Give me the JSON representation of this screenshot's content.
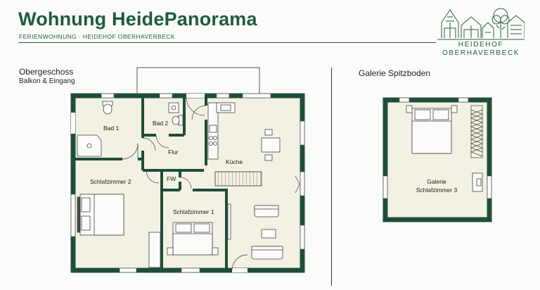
{
  "header": {
    "title": "Wohnung HeidePanorama",
    "subtitle": "FERIENWOHNUNG · HEIDEHOF OBERHAVERBECK"
  },
  "logo": {
    "line1": "HEIDEHOF",
    "line2": "OBERHAVERBECK"
  },
  "floors": {
    "upper": {
      "title": "Obergeschoss",
      "subtitle": "Balkon & Eingang"
    },
    "attic": {
      "title": "Galerie Spitzboden"
    }
  },
  "rooms": {
    "bad1": "Bad 1",
    "bad2": "Bad 2",
    "flur": "Flur",
    "kueche": "Küche",
    "fw": "FW",
    "schlaf2": "Schlafzimmer 2",
    "schlaf1": "Schlafzimmer 1",
    "galerie_line1": "Galerie",
    "galerie_line2": "Schlafzimmer 3"
  },
  "colors": {
    "wall": "#1f4d38",
    "floor": "#f3f1e3",
    "accent": "#1f5a3e"
  }
}
